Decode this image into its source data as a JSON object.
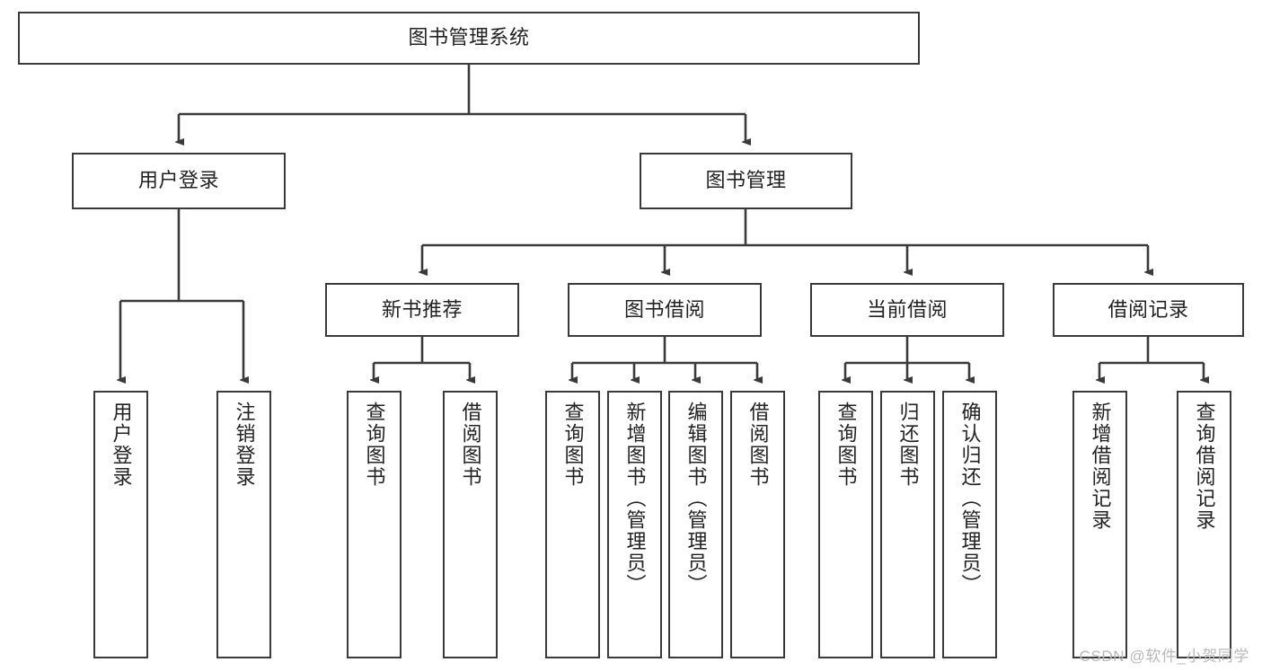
{
  "diagram": {
    "title": "图书管理系统",
    "type": "hierarchy-tree",
    "colors": {
      "box_border": "#3a3a3a",
      "box_fill": "#ffffff",
      "edge": "#3a3a3a",
      "text": "#222222",
      "watermark": "#b9b9b9",
      "background": "#ffffff"
    },
    "watermark": "CSDN @软件_小贺同学",
    "levels": {
      "root": {
        "label": "图书管理系统"
      },
      "level2": [
        {
          "label": "用户登录"
        },
        {
          "label": "图书管理"
        }
      ],
      "level3": [
        {
          "label": "新书推荐"
        },
        {
          "label": "图书借阅"
        },
        {
          "label": "当前借阅"
        },
        {
          "label": "借阅记录"
        }
      ],
      "leaves": {
        "user_login": [
          {
            "label": "用户登录"
          },
          {
            "label": "注销登录"
          }
        ],
        "new_book_recommend": [
          {
            "label": "查询图书"
          },
          {
            "label": "借阅图书"
          }
        ],
        "book_borrow": [
          {
            "label": "查询图书"
          },
          {
            "label": "新增图书（管理员）"
          },
          {
            "label": "编辑图书（管理员）"
          },
          {
            "label": "借阅图书"
          }
        ],
        "current_borrow": [
          {
            "label": "查询图书"
          },
          {
            "label": "归还图书"
          },
          {
            "label": "确认归还（管理员）"
          }
        ],
        "borrow_record": [
          {
            "label": "新增借阅记录"
          },
          {
            "label": "查询借阅记录"
          }
        ]
      }
    }
  }
}
